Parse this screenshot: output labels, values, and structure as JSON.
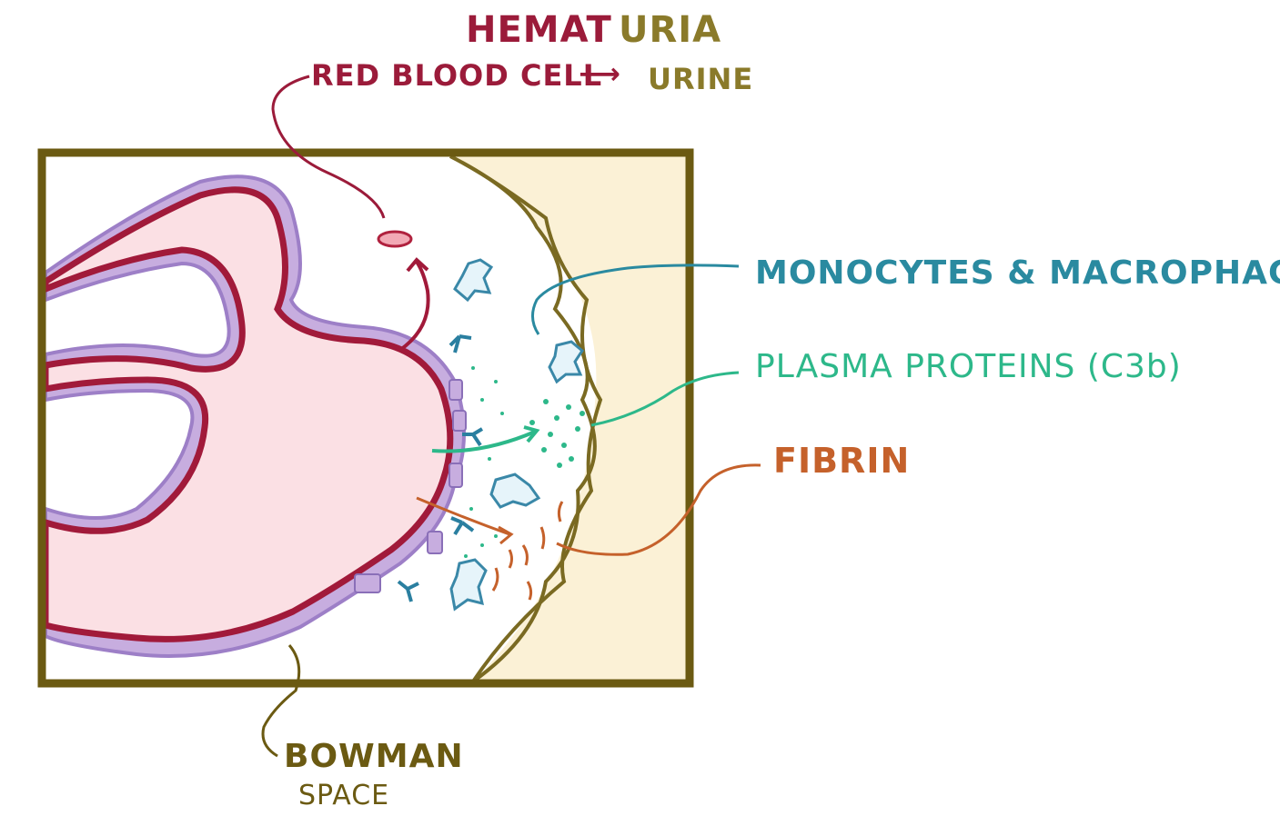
{
  "title": {
    "part1": "HEMAT",
    "part2": "URIA"
  },
  "rbc_line": {
    "label": "RED BLOOD CELL",
    "arrow": "⟶",
    "target": "URINE"
  },
  "labels": {
    "monocytes": "MONOCYTES & MACROPHAGES",
    "plasma": "PLASMA PROTEINS (C3b)",
    "fibrin": "FIBRIN",
    "bowman_line1": "BOWMAN",
    "bowman_line2": "SPACE"
  },
  "colors": {
    "hematuria_red": "#9b1b3a",
    "urine_gold": "#8a7a2a",
    "monocyte_teal": "#2a8aa0",
    "plasma_green": "#2db88a",
    "fibrin_orange": "#c5612b",
    "bowman_brown": "#6b5a12",
    "capillary_fill": "#fbe0e4",
    "membrane_purple": "#b79ad8",
    "capsule_fill": "#fbf1d6"
  }
}
